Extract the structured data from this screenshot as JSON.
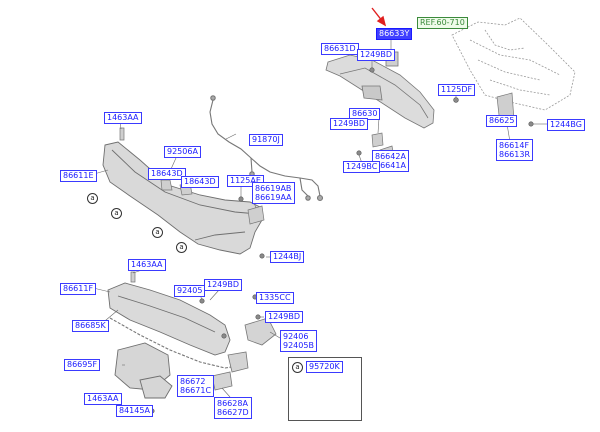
{
  "colors": {
    "label_text": "#1a1aff",
    "label_border": "#3a3aff",
    "highlight_bg": "#4040ff",
    "reference_text": "#3b8a3b",
    "arrow": "#e02020",
    "part_fill": "#d9d9d9",
    "part_stroke": "#7a7a7a"
  },
  "reference": {
    "label": "REF.60-710"
  },
  "labels": {
    "p86633Y": "86633Y",
    "p86631D": "86631D",
    "p1249BD_a": "1249BD",
    "p1125DF": "1125DF",
    "p86630": "86630",
    "p1249BD_b": "1249BD",
    "p86642A": "86642A",
    "p86641A": "86641A",
    "p1249BC": "1249BC",
    "p86625": "86625",
    "p1244BG": "1244BG",
    "p86614F": "86614F",
    "p86613R": "86613R",
    "p1463AA_a": "1463AA",
    "p91870J": "91870J",
    "p92506A": "92506A",
    "p18643D_a": "18643D",
    "p18643D_b": "18643D",
    "p1125AE": "1125AE",
    "p86619AB": "86619AB",
    "p86619AA": "86619AA",
    "p86611E": "86611E",
    "p1244BJ": "1244BJ",
    "p1463AA_b": "1463AA",
    "p86611F": "86611F",
    "p92405": "92405",
    "p1249BD_c": "1249BD",
    "p1335CC": "1335CC",
    "p86685K": "86685K",
    "p1249BD_d": "1249BD",
    "p92406": "92406",
    "p92405B": "92405B",
    "p86695F": "86695F",
    "p86672": "86672",
    "p86671C": "86671C",
    "p1463AA_c": "1463AA",
    "p84145A": "84145A",
    "p86628A": "86628A",
    "p86627D": "86627D",
    "p95720K": "95720K"
  },
  "callouts": {
    "a": "a"
  }
}
